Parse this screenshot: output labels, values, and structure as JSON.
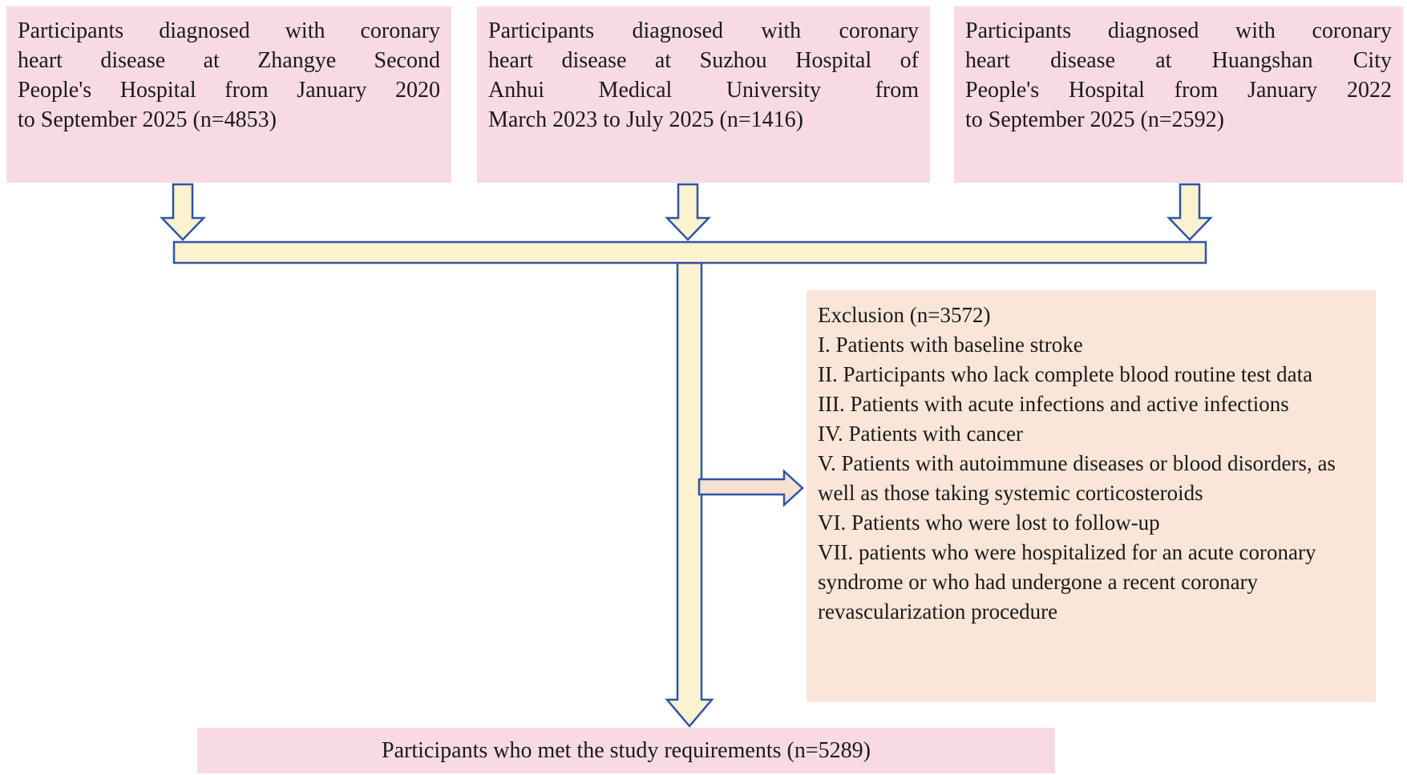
{
  "diagram": {
    "sources": [
      {
        "id": "zhangye",
        "lines": [
          "Participants diagnosed with coronary",
          "heart disease at Zhangye Second",
          "People's Hospital from January 2020",
          "to September 2025 (n=4853)"
        ]
      },
      {
        "id": "suzhou",
        "lines": [
          "Participants diagnosed with coronary",
          "heart disease at Suzhou Hospital of",
          "Anhui Medical University from",
          "March 2023 to July 2025 (n=1416)"
        ]
      },
      {
        "id": "huangshan",
        "lines": [
          "Participants diagnosed with coronary",
          "heart disease at Huangshan City",
          "People's Hospital from January 2022",
          "to September 2025 (n=2592)"
        ]
      }
    ],
    "exclusion": {
      "items": [
        "Exclusion (n=3572)",
        "I. Patients with baseline stroke",
        "II. Participants who lack complete blood routine test data",
        "III. Patients with acute infections and active infections",
        "IV. Patients with cancer",
        "V. Patients with autoimmune diseases or blood disorders, as well as those taking systemic corticosteroids",
        "VI. Patients who were lost to follow-up",
        "VII. patients who were hospitalized for an acute coronary syndrome or who had undergone a recent coronary revascularization procedure"
      ]
    },
    "result": {
      "text": "Participants who met the study requirements (n=5289)"
    },
    "colors": {
      "box_pink": "#f8dbe2",
      "box_peach": "#fae6d8",
      "arrow_fill": "#fdf2cf",
      "branch_arrow_fill": "#f8e1d1",
      "outline_blue": "#2e55a5"
    }
  }
}
